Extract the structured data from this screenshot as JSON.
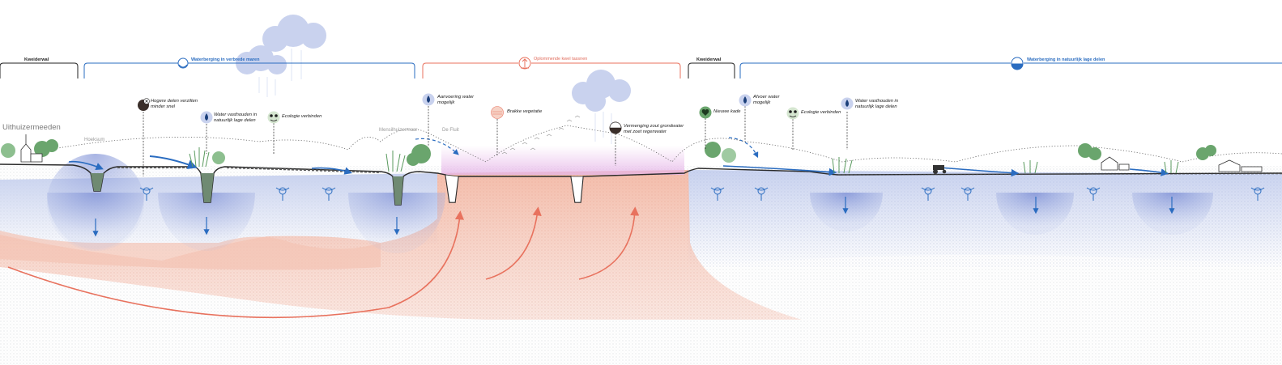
{
  "brackets": {
    "kweiderwal_left": "Kweiderwal",
    "waterberging_left": "Waterberging in verbrede maren",
    "center": "Oplommende kwel tassnen",
    "kweiderwal_right": "Kweiderwal",
    "waterberging_right": "Waterberging in natuurlijk lage delen"
  },
  "places": {
    "uithuizermeeden": "Uithuizermeeden",
    "hoeksum": "Hoeksum",
    "mensilhuizermaar": "Mensilhuizermaar",
    "de_fluit": "De Fluit"
  },
  "annotations": {
    "hogere_delen": "Hogere delen verzilten minder snel",
    "water_vasthouden_left": "Water vasthouden in natuurlijk lage delen",
    "ecologie_left": "Ecologie verbinden",
    "aanvoer_water": "Aanvoering water mogelijk",
    "brakke_vegetatie": "Brakke vegetatie",
    "vermenging": "Vermenging zout grondwater met zoet regenwater",
    "nieuwe_kade": "Nieuwe kade",
    "afvoer_water": "Afvoer water mogelijk",
    "ecologie_right": "Ecologie verbinden",
    "water_vasthouden_right": "Water vasthouden in natuurlijk lage delen"
  },
  "colors": {
    "blue": "#2a6cc0",
    "red": "#e8725e",
    "ground_blue": "#c9d3ee",
    "ground_red": "#f2c2b2",
    "green": "#5b9a5e",
    "cloud": "#c7d0ec",
    "black": "#222222"
  },
  "icons": {
    "hogere_delen": "salt-cross-icon",
    "water_vasthouden_left": "water-drop-icon",
    "ecologie_left": "frog-icon",
    "aanvoer_water": "water-drop-icon",
    "brakke_vegetatie": "brackish-plant-icon",
    "vermenging": "mixing-icon",
    "nieuwe_kade": "heart-icon",
    "afvoer_water": "water-drop-icon",
    "ecologie_right": "frog-icon",
    "water_vasthouden_right": "water-drop-icon",
    "center_bracket": "rising-seepage-icon",
    "right_bracket": "storage-basin-icon",
    "left_bracket": "storage-basin-icon"
  }
}
